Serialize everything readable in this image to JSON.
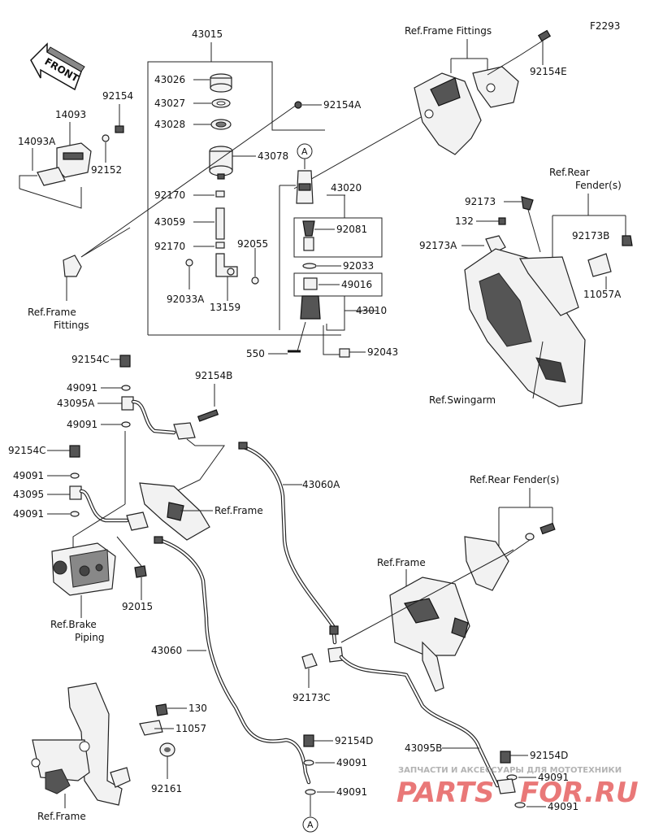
{
  "diagram_code": "F2293",
  "front_label": "FRONT",
  "watermark": {
    "tagline": "ЗАПЧАСТИ И АКСЕССУАРЫ ДЛЯ МОТОТЕХНИКИ",
    "brand_left": "PARTS",
    "brand_right": "FOR.RU"
  },
  "parts": {
    "p43015": "43015",
    "p43026": "43026",
    "p43027": "43027",
    "p43028": "43028",
    "p43078": "43078",
    "p92170a": "92170",
    "p43059": "43059",
    "p92170b": "92170",
    "p92055": "92055",
    "p92033a": "92033A",
    "p13159": "13159",
    "p92154a": "92154A",
    "p43020": "43020",
    "p92081": "92081",
    "p92033": "92033",
    "p49016": "49016",
    "p43010": "43010",
    "p550": "550",
    "p92043": "92043",
    "p92154_top": "92154",
    "p14093": "14093",
    "p14093a": "14093A",
    "p92152": "92152",
    "p92154e": "92154E",
    "p92173": "92173",
    "p132": "132",
    "p92173a": "92173A",
    "p92173b": "92173B",
    "p11057a": "11057A",
    "p92154c_1": "92154C",
    "p49091_1": "49091",
    "p43095a": "43095A",
    "p49091_2": "49091",
    "p92154b": "92154B",
    "p92154c_2": "92154C",
    "p49091_3": "49091",
    "p43095": "43095",
    "p49091_4": "49091",
    "p43060a": "43060A",
    "p92015": "92015",
    "p43060": "43060",
    "p92173c": "92173C",
    "p130": "130",
    "p11057": "11057",
    "p92161": "92161",
    "p92154d_1": "92154D",
    "p49091_5": "49091",
    "p49091_6": "49091",
    "p43095b": "43095B",
    "p92154d_2": "92154D",
    "p49091_7": "49091",
    "p49091_8": "49091"
  },
  "refs": {
    "frame_fittings_top": "Ref.Frame Fittings",
    "frame_fittings_left_1": "Ref.Frame",
    "frame_fittings_left_2": "Fittings",
    "rear_fender_top_1": "Ref.Rear",
    "rear_fender_top_2": "Fender(s)",
    "swingarm": "Ref.Swingarm",
    "frame_mid": "Ref.Frame",
    "rear_fender_mid": "Ref.Rear Fender(s)",
    "frame_right": "Ref.Frame",
    "brake_piping_1": "Ref.Brake",
    "brake_piping_2": "Piping",
    "frame_bottom": "Ref.Frame"
  },
  "connector_label": "A"
}
